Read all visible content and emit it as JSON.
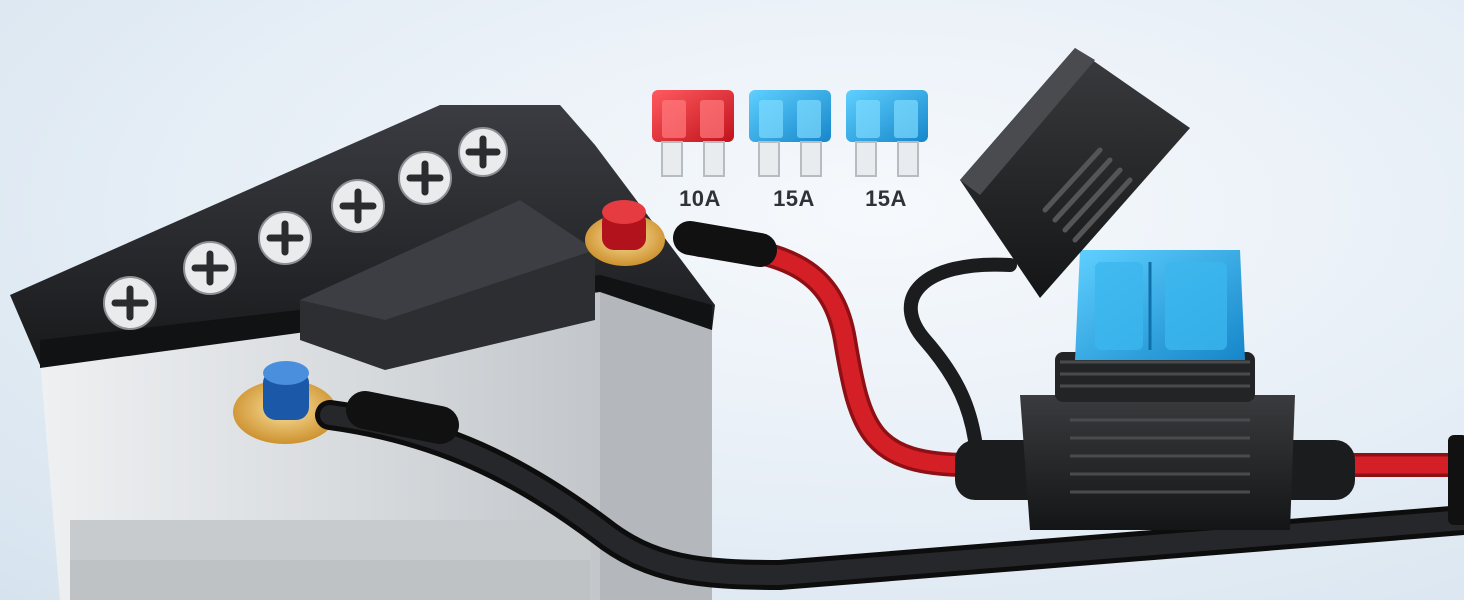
{
  "fuses": [
    {
      "label": "10A",
      "color": "#e8262d"
    },
    {
      "label": "15A",
      "color": "#1fa6e3"
    },
    {
      "label": "15A",
      "color": "#1fa6e3"
    }
  ],
  "colors": {
    "battery_top": "#2a2c30",
    "battery_case": "#d9dcdf",
    "positive_terminal": "#d8202a",
    "negative_terminal": "#2f74c9",
    "red_wire": "#d51f26",
    "black_wire": "#222326",
    "terminal_ring": "#e8b14b",
    "holder_body": "#262729"
  }
}
